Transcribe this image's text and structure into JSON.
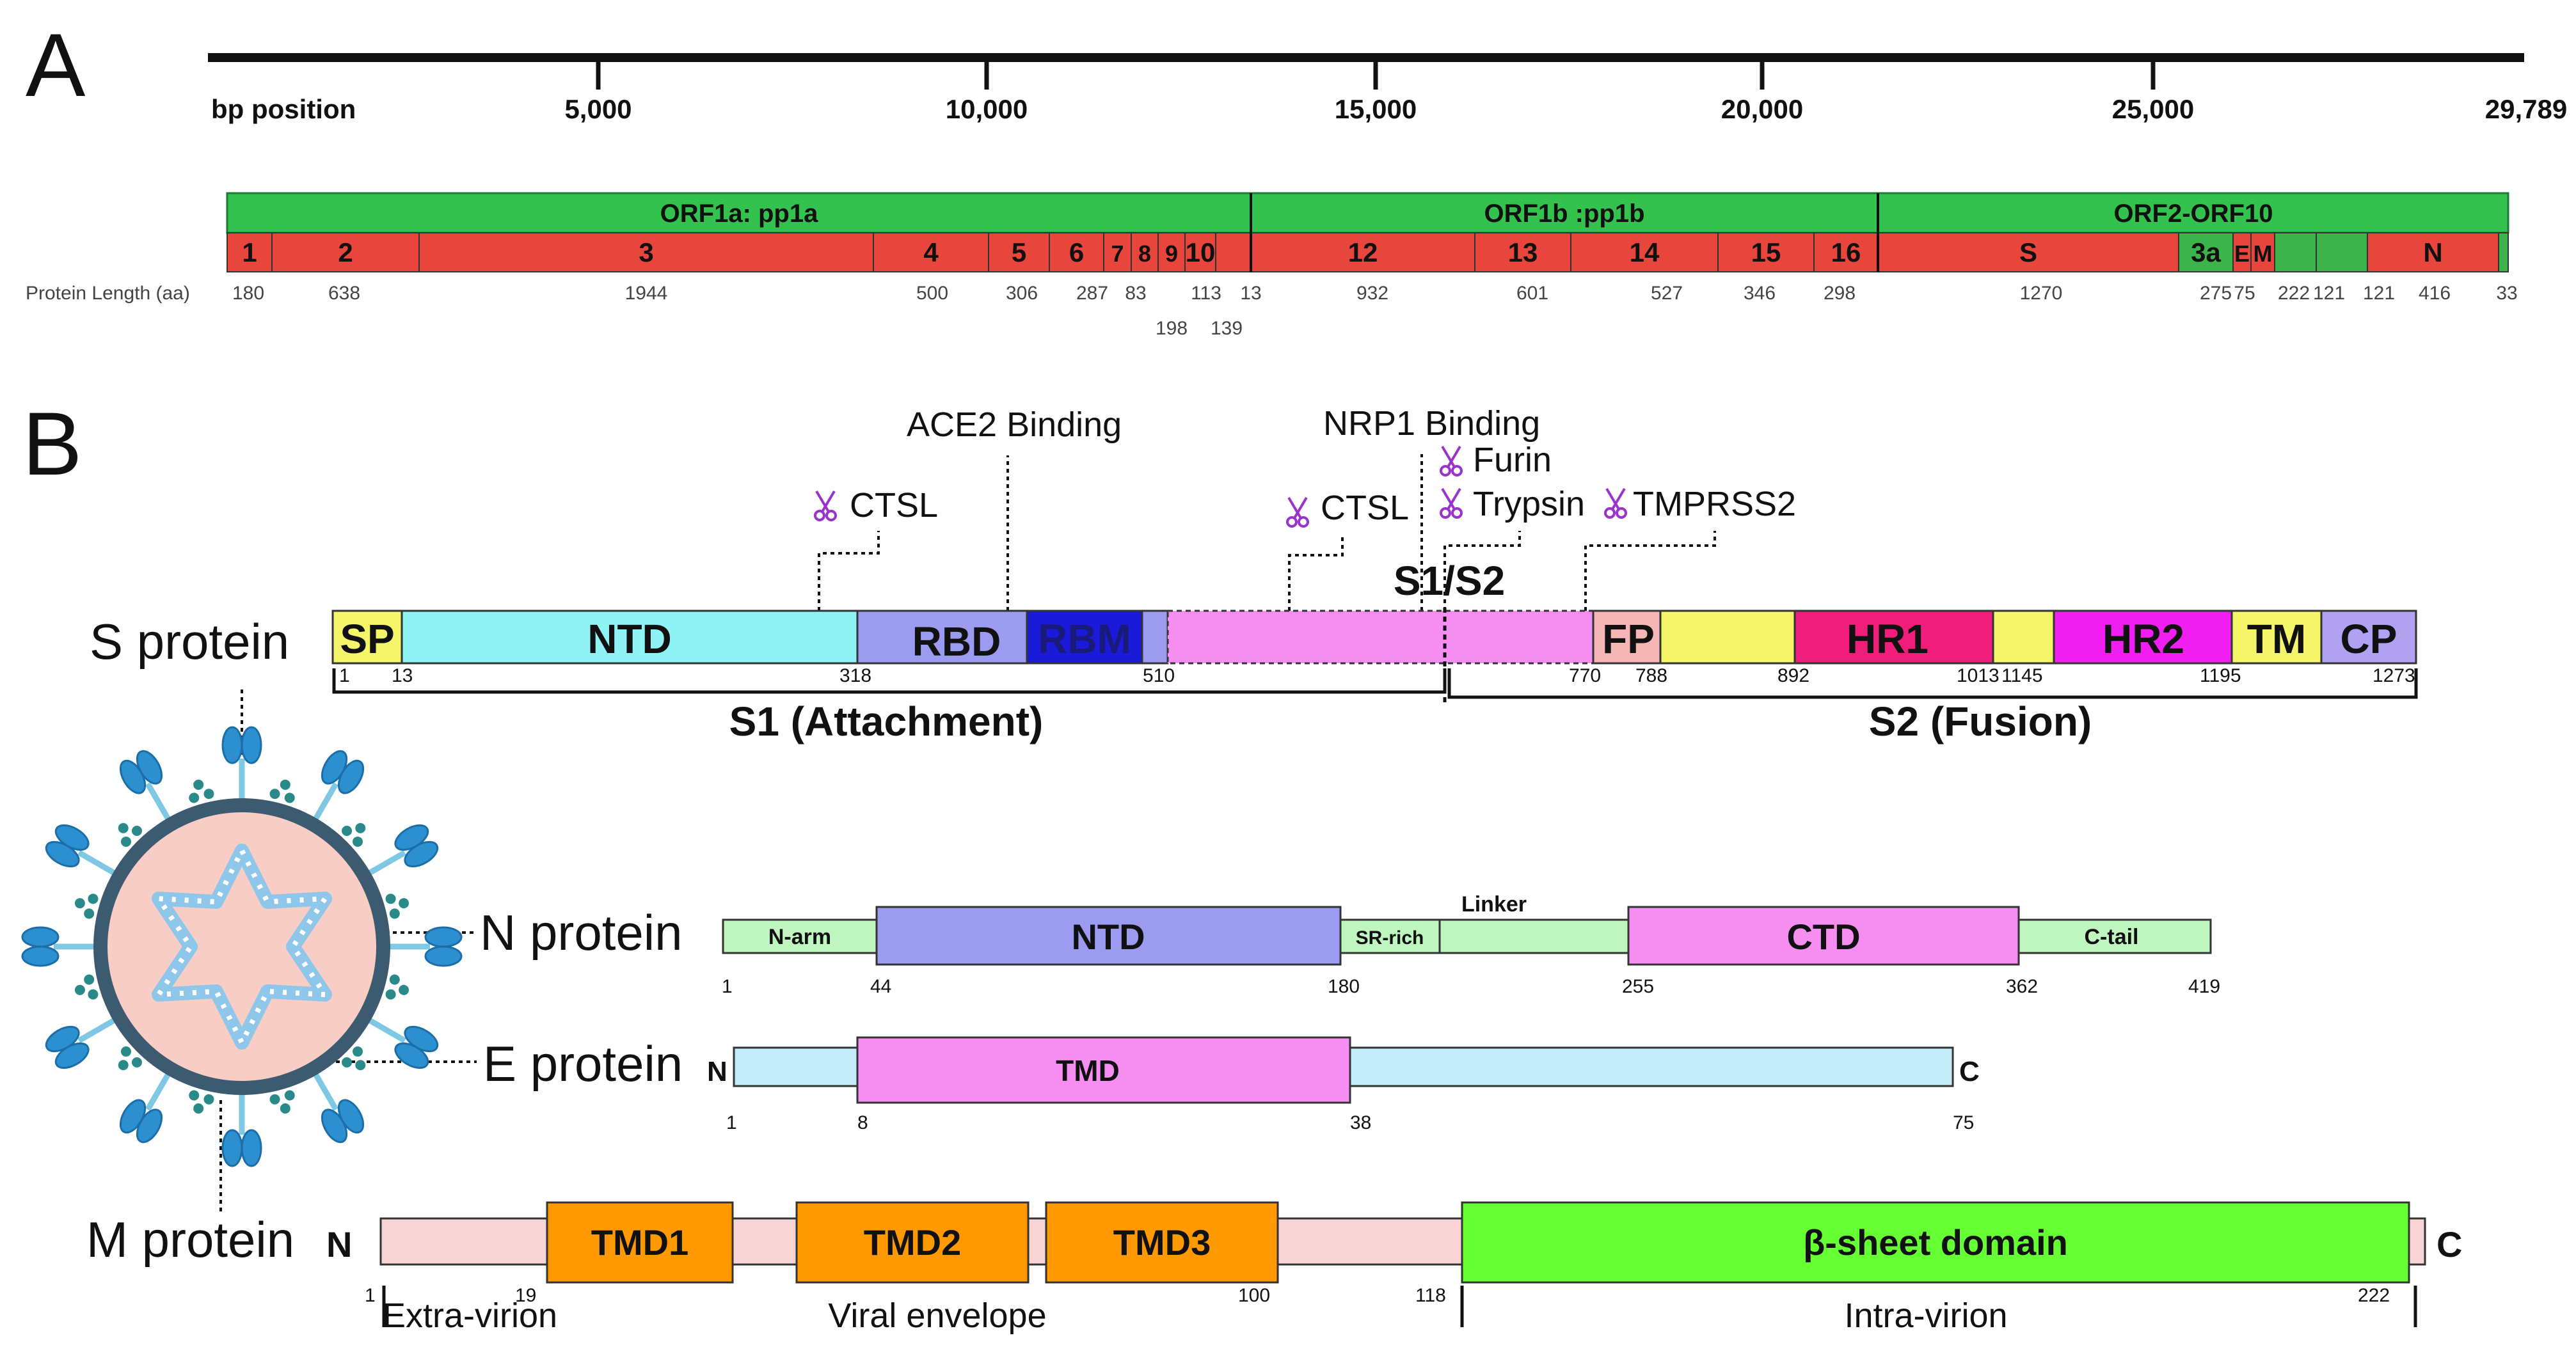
{
  "panel_a": {
    "label": "A",
    "axis": {
      "label": "bp position",
      "ticks": [
        "5,000",
        "10,000",
        "15,000",
        "20,000",
        "25,000",
        "29,789"
      ]
    },
    "length_label": "Protein Length (aa)",
    "groups": [
      "ORF1a: pp1a",
      "ORF1b :pp1b",
      "ORF2-ORF10"
    ],
    "segments": [
      {
        "label": "1",
        "length": "180",
        "color": "#e8453c"
      },
      {
        "label": "2",
        "length": "638",
        "color": "#e8453c"
      },
      {
        "label": "3",
        "length": "1944",
        "color": "#e8453c"
      },
      {
        "label": "4",
        "length": "500",
        "color": "#e8453c"
      },
      {
        "label": "5",
        "length": "306",
        "color": "#e8453c"
      },
      {
        "label": "6",
        "length": "287",
        "color": "#e8453c"
      },
      {
        "label": "7",
        "length": "83",
        "color": "#e8453c"
      },
      {
        "label": "8",
        "length": "198",
        "color": "#e8453c"
      },
      {
        "label": "9",
        "length": "113",
        "color": "#e8453c"
      },
      {
        "label": "10",
        "length": "139",
        "color": "#e8453c"
      },
      {
        "label": "",
        "length": "13",
        "color": "#e8453c"
      },
      {
        "label": "12",
        "length": "932",
        "color": "#e8453c"
      },
      {
        "label": "13",
        "length": "601",
        "color": "#e8453c"
      },
      {
        "label": "14",
        "length": "527",
        "color": "#e8453c"
      },
      {
        "label": "15",
        "length": "346",
        "color": "#e8453c"
      },
      {
        "label": "16",
        "length": "298",
        "color": "#e8453c"
      },
      {
        "label": "S",
        "length": "1270",
        "color": "#e8453c"
      },
      {
        "label": "3a",
        "length": "275",
        "color": "#3cb44b"
      },
      {
        "label": "E",
        "length": "75",
        "color": "#e8453c"
      },
      {
        "label": "M",
        "length": "222",
        "color": "#e8453c"
      },
      {
        "label": "",
        "length": "121",
        "color": "#3cb44b"
      },
      {
        "label": "",
        "length": "121",
        "color": "#3cb44b"
      },
      {
        "label": "N",
        "length": "416",
        "color": "#e8453c"
      },
      {
        "label": "",
        "length": "33",
        "color": "#3cb44b"
      }
    ]
  },
  "panel_b": {
    "label": "B",
    "s_protein": {
      "name": "S protein",
      "domains": [
        "SP",
        "NTD",
        "RBD",
        "RBM",
        "FP",
        "HR1",
        "HR2",
        "TM",
        "CP"
      ],
      "positions": [
        "1",
        "13",
        "318",
        "510",
        "770",
        "788",
        "892",
        "1013",
        "1145",
        "1195",
        "1273"
      ],
      "junction": "S1/S2",
      "s1_label": "S1 (Attachment)",
      "s2_label": "S2 (Fusion)",
      "sites": [
        "CTSL",
        "ACE2 Binding",
        "CTSL",
        "NRP1 Binding",
        "Furin",
        "Trypsin",
        "TMPRSS2"
      ]
    },
    "n_protein": {
      "name": "N protein",
      "domains": [
        "N-arm",
        "NTD",
        "SR-rich",
        "Linker",
        "CTD",
        "C-tail"
      ],
      "positions": [
        "1",
        "44",
        "180",
        "255",
        "362",
        "419"
      ]
    },
    "e_protein": {
      "name": "E protein",
      "n_term": "N",
      "c_term": "C",
      "domain": "TMD",
      "positions": [
        "1",
        "8",
        "38",
        "75"
      ]
    },
    "m_protein": {
      "name": "M protein",
      "n_term": "N",
      "c_term": "C",
      "domains": [
        "TMD1",
        "TMD2",
        "TMD3",
        "β-sheet domain"
      ],
      "positions": [
        "1",
        "19",
        "100",
        "118",
        "222"
      ],
      "regions": [
        "Extra-virion",
        "Viral envelope",
        "Intra-virion"
      ]
    },
    "colors": {
      "green_bar": "#33c24d",
      "red_bar": "#e8453c",
      "sp": "#f5f56a",
      "ntd": "#8ff3f5",
      "rbd": "#9b9bf0",
      "rbm": "#1a1ad9",
      "s1s2": "#f58ef0",
      "fp": "#f7b6b6",
      "hr1": "#f01e7a",
      "hr2": "#f01ef0",
      "cp": "#b0a2f0",
      "m_tmd": "#ff9900",
      "beta": "#66ff33",
      "scissors": "#9933cc"
    }
  }
}
